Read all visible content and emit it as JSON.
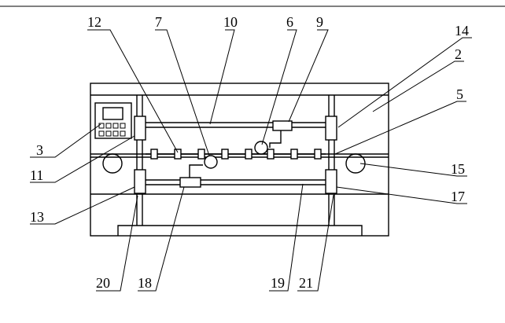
{
  "diagram": {
    "labels": {
      "l2": "2",
      "l3": "3",
      "l5": "5",
      "l6": "6",
      "l7": "7",
      "l9": "9",
      "l10": "10",
      "l11": "11",
      "l12": "12",
      "l13": "13",
      "l14": "14",
      "l15": "15",
      "l17": "17",
      "l18": "18",
      "l19": "19",
      "l20": "20",
      "l21": "21"
    },
    "colors": {
      "stroke": "#000000",
      "background": "#ffffff"
    }
  }
}
